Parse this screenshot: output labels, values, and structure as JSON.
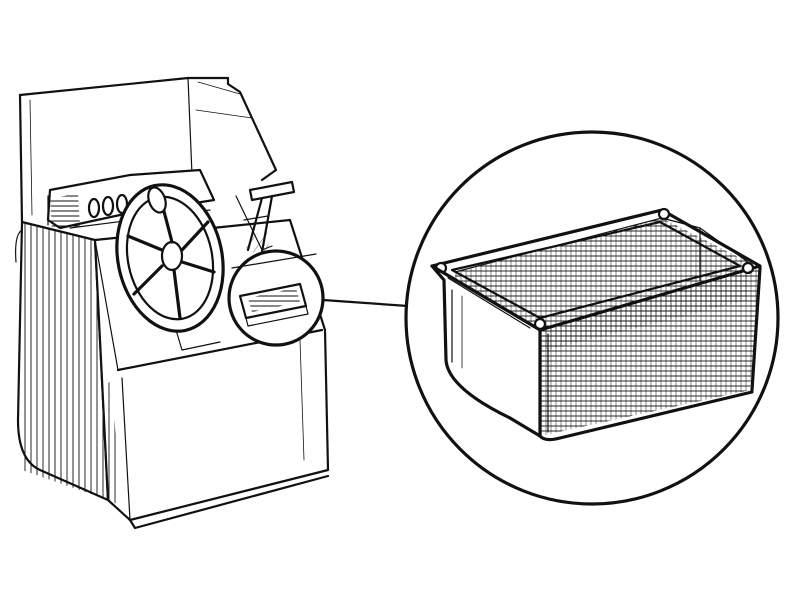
{
  "figure": {
    "background": "#ffffff",
    "ink": "#111111",
    "parts": {
      "machine": "machine-outline",
      "windshield": "windshield-glass",
      "steering_wheel": "steering-wheel",
      "throttle_lever": "throttle-lever",
      "detail_marker": "detail-callout-circle",
      "leader_line": "leader-line",
      "magnified_view": "magnified-detail-circle",
      "mesh_basket": "mesh-basket"
    }
  }
}
